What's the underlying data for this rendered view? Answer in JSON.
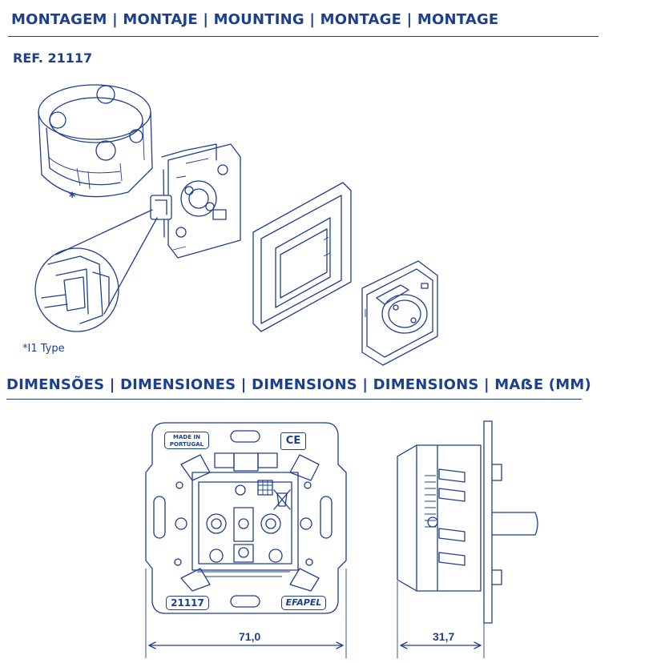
{
  "headings": {
    "mounting": "MONTAGEM | MONTAJE | MOUNTING | MONTAGE | MONTAGE",
    "dimensions": "DIMENSÕES | DIMENSIONES | DIMENSIONS | DIMENSIONS | MAẞE (MM)"
  },
  "product": {
    "reference": "REF. 21117",
    "footnote": "*I1 Type",
    "asterisk": "*"
  },
  "front_view": {
    "made_in": "MADE IN PORTUGAL",
    "ce_mark": "CE",
    "ref_badge": "21117",
    "brand_badge": "EFAPEL"
  },
  "dimensions": {
    "width": "71,0",
    "depth": "31,7"
  },
  "colors": {
    "ink": "#1d3f8f",
    "background": "#ffffff"
  },
  "icons": [
    "mounting-box-icon",
    "mechanism-icon",
    "frame-icon",
    "cover-plate-icon",
    "clip-detail-icon",
    "weee-bin-icon"
  ]
}
